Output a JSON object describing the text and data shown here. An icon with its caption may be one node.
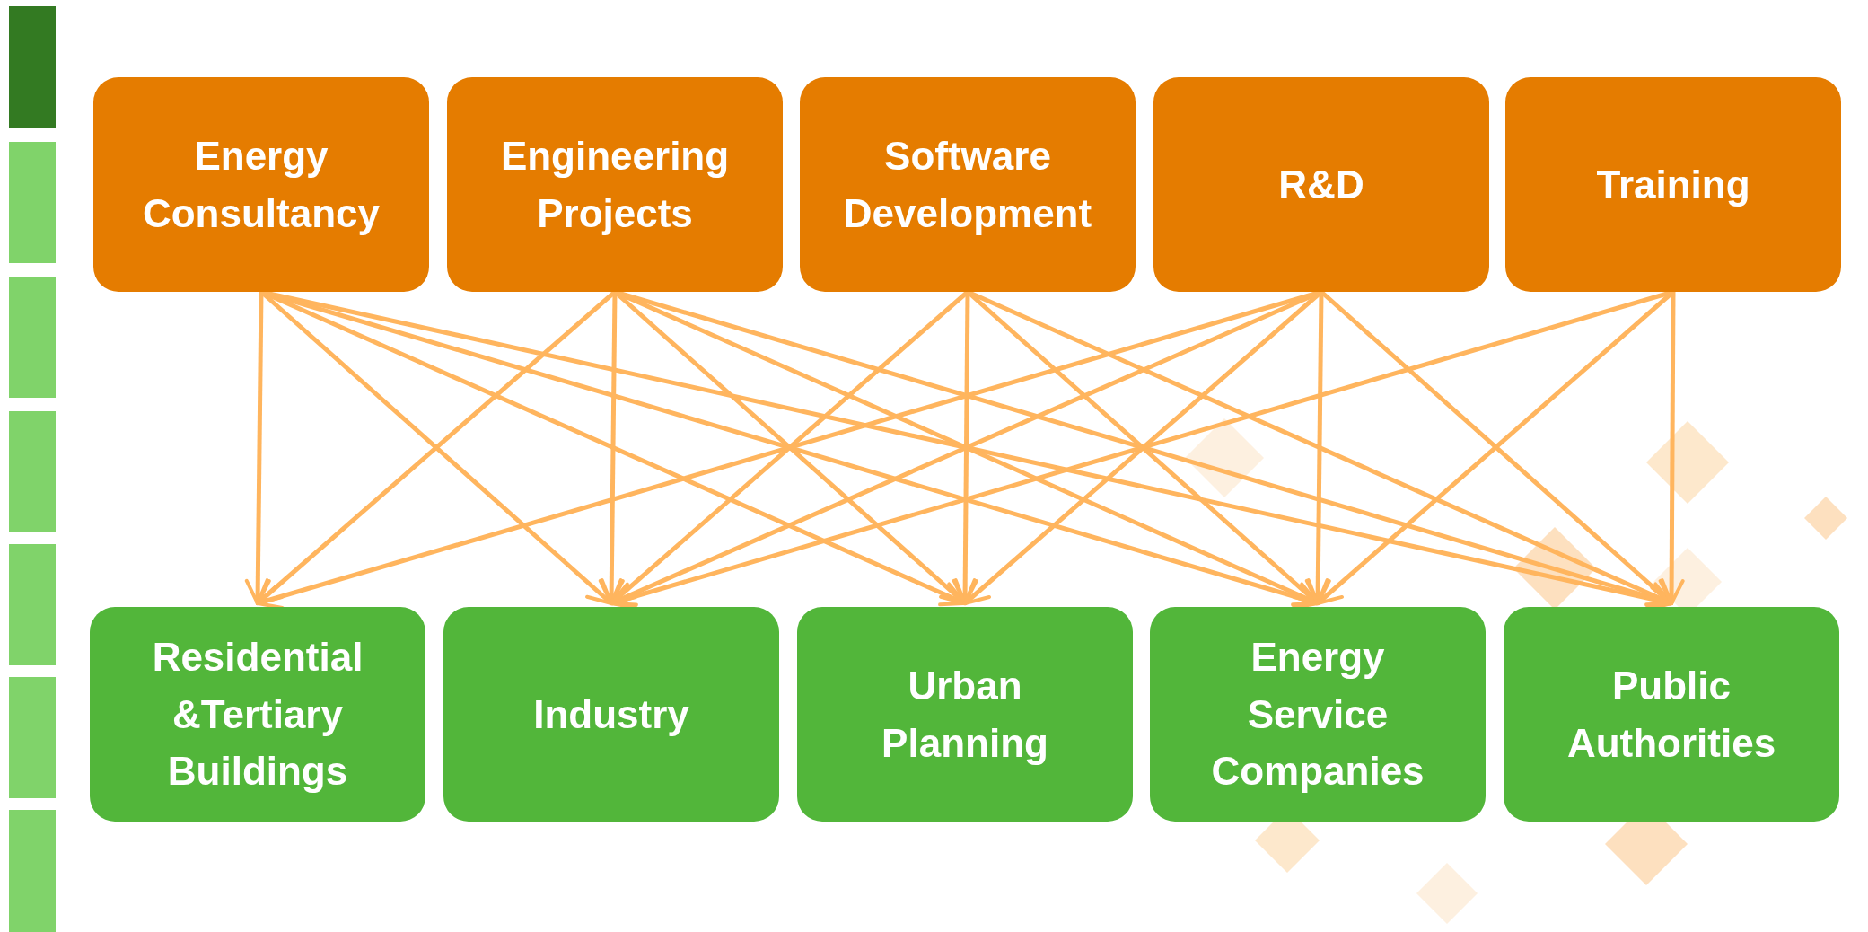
{
  "diagram": {
    "nodes": [
      {
        "text": [
          "Energy Consultancy"
        ]
      },
      {
        "text": [
          "Engineering Projects"
        ]
      },
      {
        "text": [
          "Software Development"
        ]
      },
      {
        "text": [
          "R&D"
        ]
      },
      {
        "text": [
          "Training"
        ]
      },
      {
        "text": [
          "Residential &Tertiary Buildings"
        ]
      },
      {
        "text": [
          "Industry"
        ]
      },
      {
        "text": [
          "Urban Planning"
        ]
      },
      {
        "text": [
          "Energy Service Companies"
        ]
      },
      {
        "text": [
          "Public Authorities"
        ]
      }
    ],
    "edges": [
      {
        "from": 0,
        "to": 5,
        "arrow": "to"
      },
      {
        "from": 0,
        "to": 6,
        "arrow": "to"
      },
      {
        "from": 0,
        "to": 7,
        "arrow": "to"
      },
      {
        "from": 0,
        "to": 8,
        "arrow": "to"
      },
      {
        "from": 0,
        "to": 9,
        "arrow": "to"
      },
      {
        "from": 1,
        "to": 5,
        "arrow": "to"
      },
      {
        "from": 1,
        "to": 6,
        "arrow": "to"
      },
      {
        "from": 1,
        "to": 7,
        "arrow": "to"
      },
      {
        "from": 1,
        "to": 8,
        "arrow": "to"
      },
      {
        "from": 1,
        "to": 9,
        "arrow": "to"
      },
      {
        "from": 2,
        "to": 6,
        "arrow": "to"
      },
      {
        "from": 2,
        "to": 7,
        "arrow": "to"
      },
      {
        "from": 2,
        "to": 8,
        "arrow": "to"
      },
      {
        "from": 2,
        "to": 9,
        "arrow": "to"
      },
      {
        "from": 3,
        "to": 5,
        "arrow": "to"
      },
      {
        "from": 3,
        "to": 6,
        "arrow": "to"
      },
      {
        "from": 3,
        "to": 7,
        "arrow": "to"
      },
      {
        "from": 3,
        "to": 8,
        "arrow": "to"
      },
      {
        "from": 3,
        "to": 9,
        "arrow": "to"
      },
      {
        "from": 4,
        "to": 6,
        "arrow": "to"
      },
      {
        "from": 4,
        "to": 8,
        "arrow": "to"
      },
      {
        "from": 4,
        "to": 9,
        "arrow": "to"
      }
    ]
  }
}
